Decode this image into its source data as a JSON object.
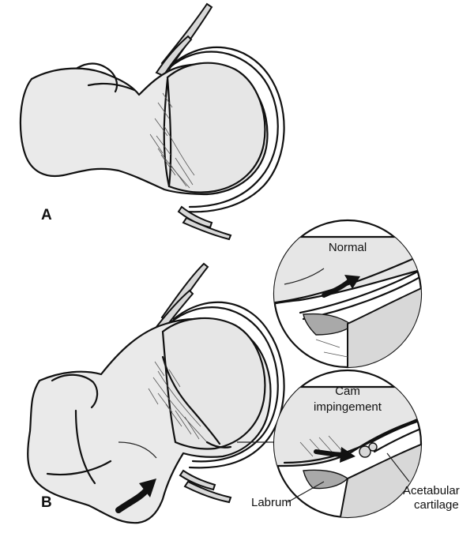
{
  "figure": {
    "panels": [
      {
        "id": "A",
        "label": "A"
      },
      {
        "id": "B",
        "label": "B"
      }
    ],
    "insets": [
      {
        "id": "normal",
        "title_lines": [
          "Normal"
        ]
      },
      {
        "id": "cam",
        "title_lines": [
          "Cam",
          "impingement"
        ]
      }
    ],
    "callouts": {
      "labrum": [
        "Labrum"
      ],
      "acetabular_cartilage": [
        "Acetabular",
        "cartilage"
      ]
    },
    "colors": {
      "line": "#111111",
      "bone_fill": "#eaeaea",
      "labrum_fill": "#a9a9a9",
      "background": "#ffffff"
    }
  }
}
